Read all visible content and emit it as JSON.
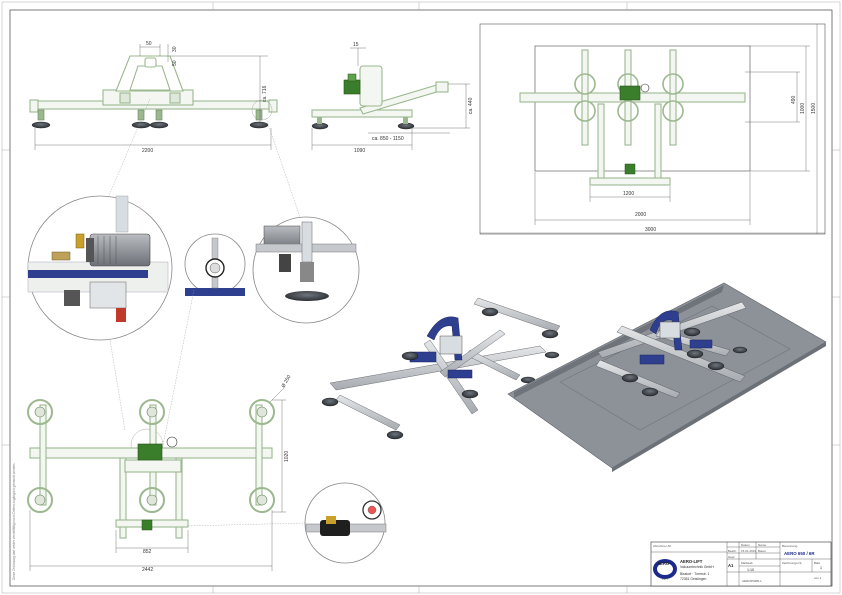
{
  "dimensions": {
    "front_top_width": "50",
    "front_top_h1": "30",
    "front_top_h2": "50",
    "front_height": "ca. 716",
    "front_width": "2200",
    "side_top": "15",
    "side_height": "ca. 440",
    "side_reach": "ca. 850 - 1150",
    "side_width": "1090",
    "top_h1": "490",
    "top_h2": "1000",
    "top_h3": "1500",
    "top_w1": "1200",
    "top_w2": "2000",
    "top_w3": "3000",
    "plan_diameter": "Ø 250",
    "plan_height": "1020",
    "plan_inner_width": "852",
    "plan_width": "2442"
  },
  "side_note": "Diese Zeichnung darf weder vervielfältigt noch Dritten zugänglich gemacht werden.",
  "title_block": {
    "label_abnehmer": "Abnehmer-Nr.",
    "label_datum": "Datum",
    "label_name": "Name",
    "label_bearb": "Bearb.",
    "label_gepr": "Gepr.",
    "date_bearb": "15.01.2019",
    "name_bearb": "Bauer",
    "label_benennung": "Benennung",
    "product": "AERO 650 / 6R",
    "format": "A1",
    "label_massstab": "Maßstab",
    "scale": "1:10",
    "label_zeichnung": "Zeichnungs-Nr.",
    "label_blatt": "Blatt",
    "sheet_no": "1",
    "sheet_of": "von 1",
    "drawing_no": "AERO6506R-L",
    "logo_text": "AERO",
    "logo_sub": "LIFT",
    "company": "AERO-LIFT",
    "company_sub": "Vakuumtechnik GmbH",
    "address_1": "Bisstorf · Turmstr. 1",
    "address_2": "72351 Geislingen"
  },
  "colors": {
    "frame_green": "#9bb88f",
    "beam_fill": "#f4f6f2",
    "cad_blue": "#2f3f8f",
    "deck_gray": "#8d9299",
    "rail_silver": "#c5c8cc",
    "motor_gray": "#8b8e94",
    "dim_line": "#555555"
  }
}
